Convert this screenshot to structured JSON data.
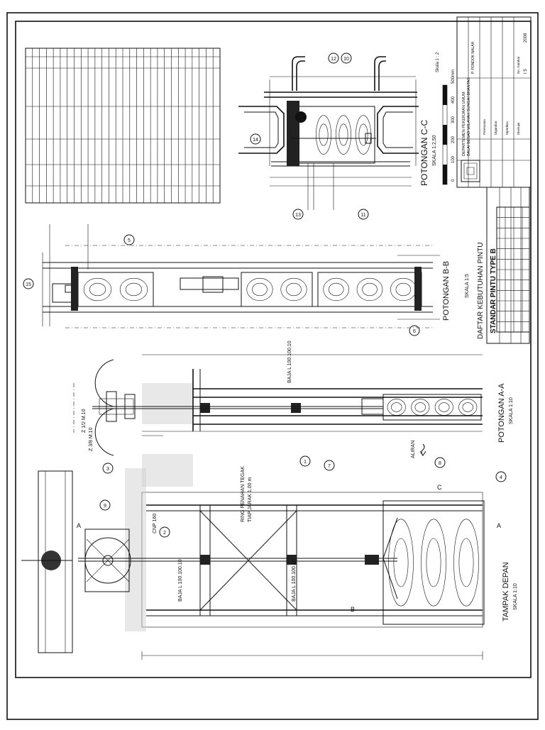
{
  "title_block": {
    "drawing_title": "STANDAR PINTU TYPE  B",
    "department": "DEPARTEMEN PEKERJAAN UMUM",
    "agency": "BALAI BESAR WILAYAH SUNGAI BRANTAS",
    "project": "P. PONDOK NALAH",
    "rows": [
      "Perencana",
      "Digambar",
      "Diperiksa",
      "Disetujui",
      "No. Gambar"
    ],
    "sheet_no": "I 5",
    "year": "2008"
  },
  "views": {
    "section_cc": {
      "title": "POTONGAN  C-C",
      "scale": "SKALA 1:2,50"
    },
    "section_bb": {
      "title": "POTONGAN  B-B",
      "scale": "SKALA 1:5"
    },
    "section_aa": {
      "title": "POTONGAN  A-A",
      "scale": "SKALA 1:10"
    },
    "front_view": {
      "title": "TAMPAK  DEPAN",
      "scale": "SKALA 1:10"
    }
  },
  "schedule_title": "DAFTAR  KEBUTUHAN  PINTU",
  "scale_bar": {
    "label": "Skala  1 : 2",
    "ticks": [
      "0",
      "100",
      "200",
      "300",
      "400",
      "500mm"
    ]
  },
  "annotations": {
    "angle_bar_1": "BAJA L 100.100.10",
    "angle_bar_2": "BAJA L 100.100.10",
    "angle_bar_3": "BAJA L 100.100.10",
    "ring_note_1": "RING PENAHAN TEGAK",
    "ring_note_2": "TIAP JARAK 1.00 m",
    "channel": "CNP 160",
    "bolt_1": "Z 1/2 M.10",
    "bolt_2": "Z 3/8 M.10",
    "flow": "ALIRAN",
    "cut_a": "A",
    "cut_b": "B",
    "cut_c": "C"
  },
  "callouts": [
    "1",
    "2",
    "3",
    "4",
    "5",
    "6",
    "7",
    "8",
    "9",
    "10",
    "11",
    "12",
    "13",
    "14",
    "15"
  ]
}
